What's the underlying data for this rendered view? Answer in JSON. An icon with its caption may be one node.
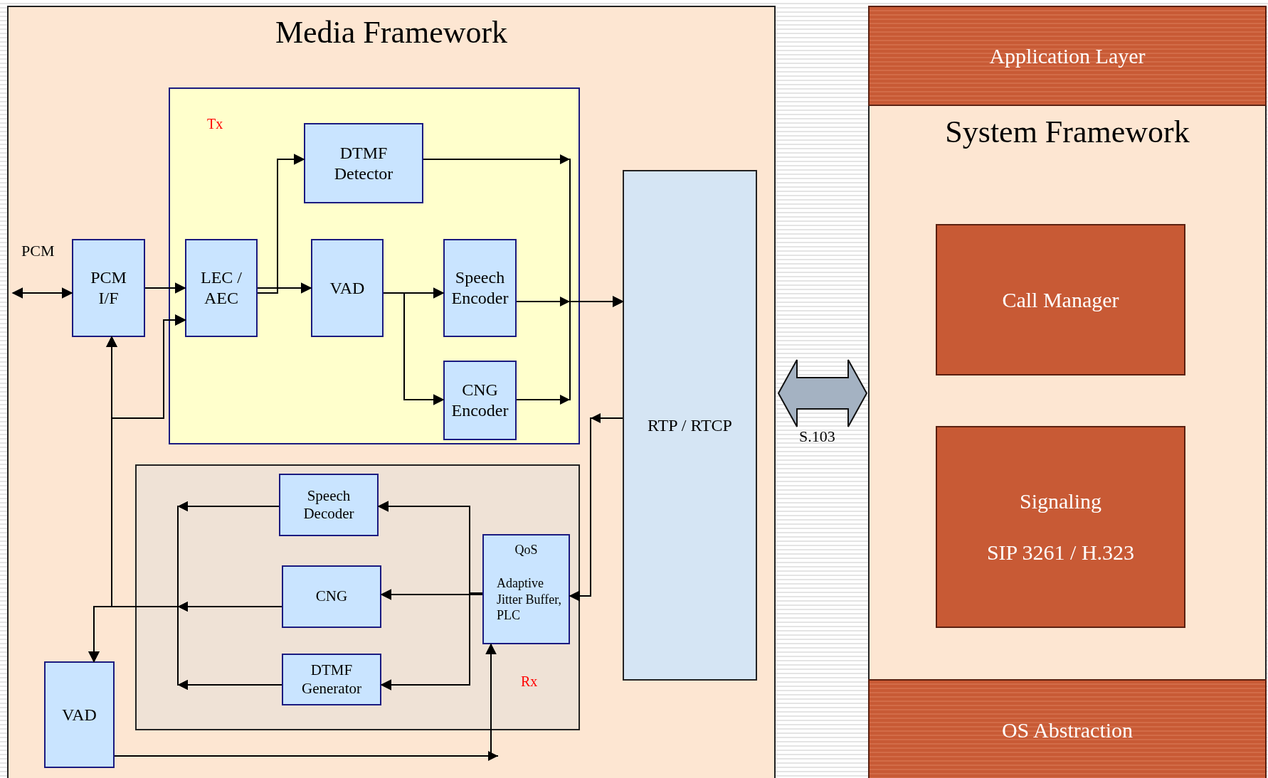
{
  "diagram": {
    "nodes": [
      {
        "text": [
          "Media Framework"
        ]
      },
      {
        "text": [
          "PCM I/F"
        ],
        "in": 0
      },
      {
        "text": [
          "Tx"
        ],
        "in": 0
      },
      {
        "text": [
          "LEC / AEC"
        ],
        "in": 2
      },
      {
        "text": [
          "DTMF Detector"
        ],
        "in": 2
      },
      {
        "text": [
          "VAD"
        ],
        "in": 2
      },
      {
        "text": [
          "Speech Encoder"
        ],
        "in": 2
      },
      {
        "text": [
          "CNG Encoder"
        ],
        "in": 2
      },
      {
        "text": [
          "RTP / RTCP"
        ],
        "in": 0
      },
      {
        "text": [
          "Rx"
        ],
        "in": 0
      },
      {
        "text": [
          "Speech Decoder"
        ],
        "in": 9
      },
      {
        "text": [
          "CNG"
        ],
        "in": 9
      },
      {
        "text": [
          "DTMF Generator"
        ],
        "in": 9
      },
      {
        "text": [
          "QoS",
          "Adaptive Jitter Buffer, PLC"
        ],
        "in": 9
      },
      {
        "text": [
          "VAD"
        ],
        "in": 0
      },
      {
        "text": [
          "System Framework"
        ]
      },
      {
        "text": [
          "Application Layer"
        ],
        "in": 15
      },
      {
        "text": [
          "Call Manager"
        ],
        "in": 15
      },
      {
        "text": [
          "Signaling",
          "SIP 3261 / H.323"
        ],
        "in": 15
      },
      {
        "text": [
          "OS Abstraction"
        ],
        "in": 15
      }
    ],
    "edges": [
      {
        "from": null,
        "to": 1,
        "arrow": "both"
      },
      {
        "from": 1,
        "to": 3,
        "arrow": "to"
      },
      {
        "from": 3,
        "to": 4,
        "arrow": "to"
      },
      {
        "from": 3,
        "to": 5,
        "arrow": "to"
      },
      {
        "from": 5,
        "to": 6,
        "arrow": "to"
      },
      {
        "from": 5,
        "to": 7,
        "arrow": "to"
      },
      {
        "from": 4,
        "to": 8,
        "arrow": "to"
      },
      {
        "from": 6,
        "to": 8,
        "arrow": "to"
      },
      {
        "from": 7,
        "to": 8,
        "arrow": "to"
      },
      {
        "from": 8,
        "to": 13,
        "arrow": "to"
      },
      {
        "from": 13,
        "to": 10,
        "arrow": "to"
      },
      {
        "from": 13,
        "to": 11,
        "arrow": "to"
      },
      {
        "from": 13,
        "to": 12,
        "arrow": "to"
      },
      {
        "from": 10,
        "to": 1,
        "arrow": "to"
      },
      {
        "from": 10,
        "to": 3,
        "arrow": "to"
      },
      {
        "from": 10,
        "to": 14,
        "arrow": "to"
      },
      {
        "from": 11,
        "to": 1,
        "arrow": "to"
      },
      {
        "from": 11,
        "to": 3,
        "arrow": "to"
      },
      {
        "from": 11,
        "to": 14,
        "arrow": "to"
      },
      {
        "from": 12,
        "to": 1,
        "arrow": "to"
      },
      {
        "from": 12,
        "to": 3,
        "arrow": "to"
      },
      {
        "from": 12,
        "to": 14,
        "arrow": "to"
      },
      {
        "from": 14,
        "to": 13,
        "arrow": "to"
      },
      {
        "from": 0,
        "to": 15,
        "arrow": "both",
        "label": "S.103",
        "style": "thick"
      }
    ],
    "labels": [
      "PCM"
    ]
  }
}
